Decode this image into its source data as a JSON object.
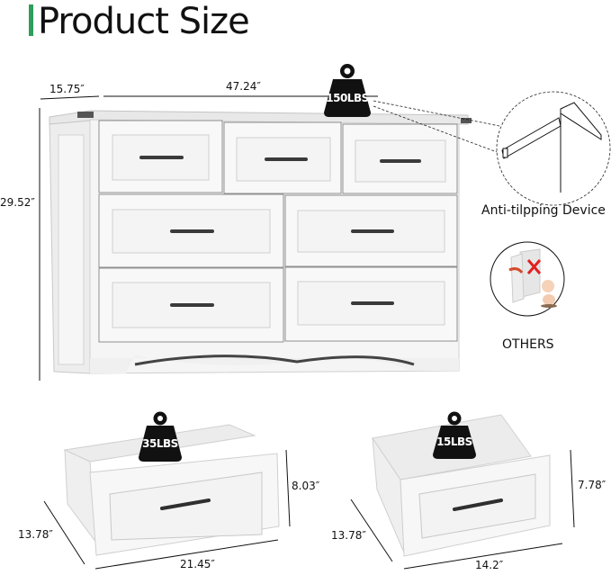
{
  "header": {
    "title": "Product Size",
    "accent_color": "#2e9e5b"
  },
  "dresser": {
    "depth": "15.75″",
    "width": "47.24″",
    "height": "29.52″",
    "max_load": "150LBS",
    "drawers": {
      "top_row": 3,
      "middle_row": 2,
      "bottom_row": 2
    }
  },
  "callouts": {
    "anti_tip_label": "Anti-tilpping Device",
    "others_label": "OTHERS"
  },
  "large_drawer": {
    "depth": "13.78″",
    "width": "21.45″",
    "height": "8.03″",
    "max_load": "35LBS"
  },
  "small_drawer": {
    "depth": "13.78″",
    "width": "14.2″",
    "height": "7.78″",
    "max_load": "15LBS"
  },
  "colors": {
    "furniture": "#f4f4f4",
    "outline": "#bdbdbd",
    "handle": "#3a3a3a",
    "weight_icon": "#111111",
    "warning_x": "#e02020"
  }
}
